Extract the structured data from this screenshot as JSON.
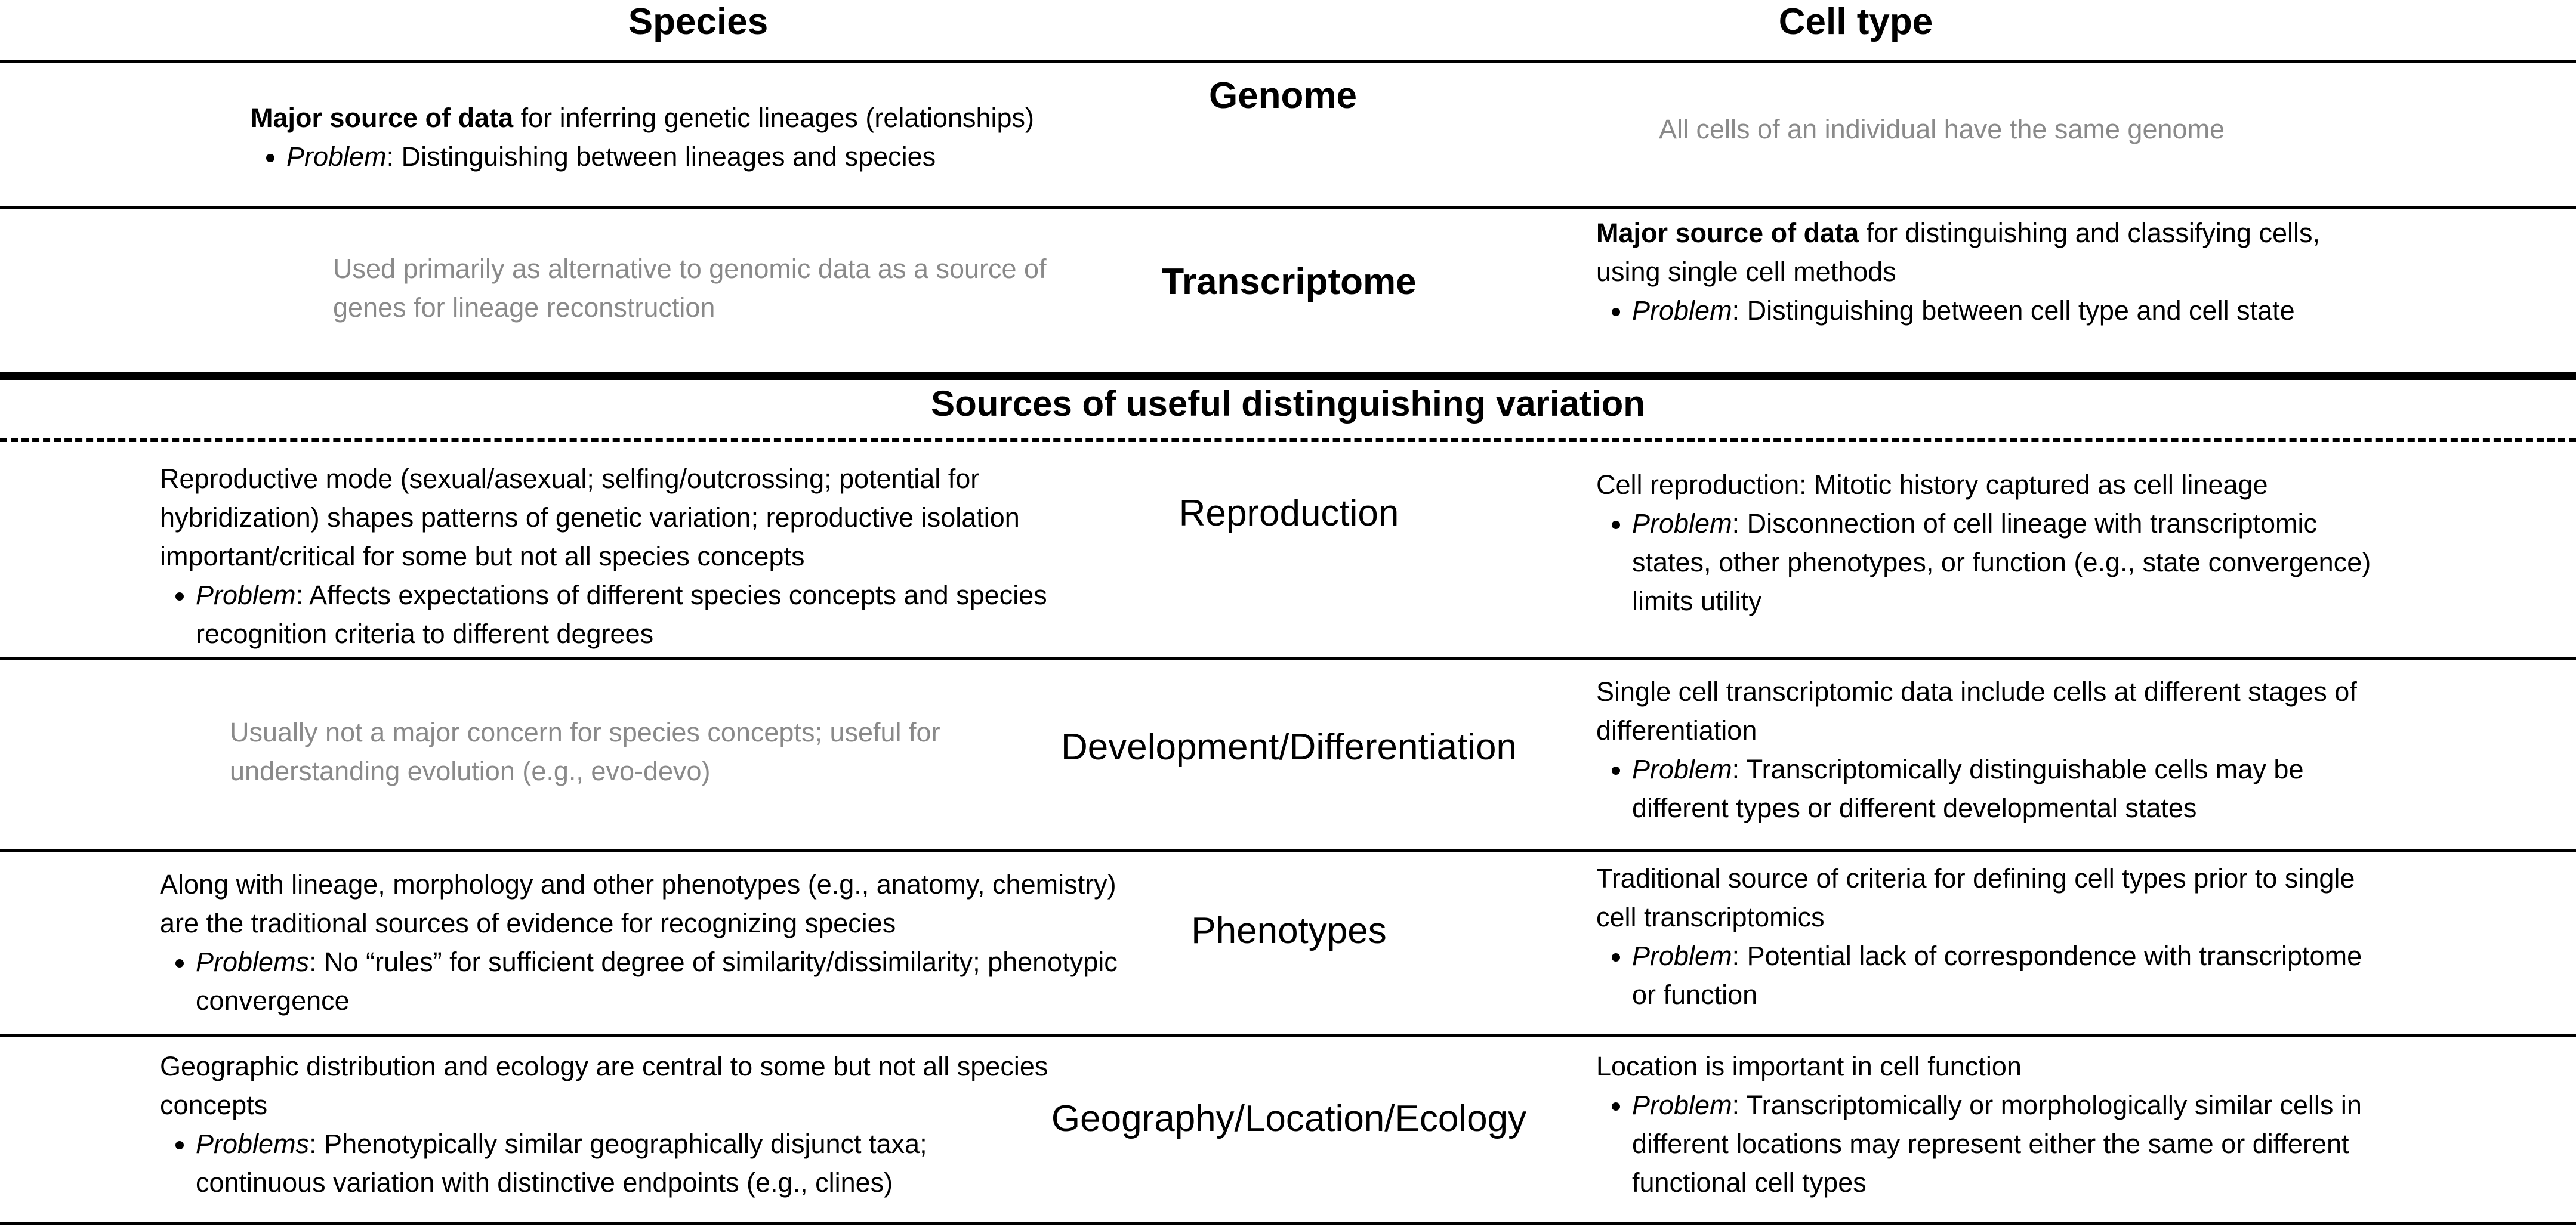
{
  "headers": {
    "species": "Species",
    "cell_type": "Cell type"
  },
  "rows": {
    "genome": {
      "label": "Genome",
      "species": {
        "main_bold": "Major source of data",
        "main_rest": " for inferring genetic lineages (relationships)",
        "bullet_em": "Problem",
        "bullet_rest": ": Distinguishing between lineages and species"
      },
      "cell": {
        "text": "All cells of an individual have the same genome"
      }
    },
    "transcriptome": {
      "label": "Transcriptome",
      "species": {
        "text": "Used primarily as alternative to genomic data as a source of genes for lineage reconstruction"
      },
      "cell": {
        "main_bold": "Major source of data",
        "main_rest": " for distinguishing and classifying cells, using single cell methods",
        "bullet_em": "Problem",
        "bullet_rest": ": Distinguishing between cell type and cell state"
      }
    },
    "band_title": "Sources of useful distinguishing variation",
    "reproduction": {
      "label": "Reproduction",
      "species": {
        "main": "Reproductive mode (sexual/asexual; selfing/outcrossing; potential for hybridization) shapes patterns of genetic variation; reproductive isolation important/critical for some but not all species concepts",
        "bullet_em": "Problem",
        "bullet_rest": ": Affects expectations of different species concepts and species recognition criteria to different degrees"
      },
      "cell": {
        "main": "Cell reproduction: Mitotic history captured as cell lineage",
        "bullet_em": "Problem",
        "bullet_rest": ": Disconnection of cell lineage with transcriptomic states, other phenotypes, or function (e.g., state convergence) limits utility"
      }
    },
    "development": {
      "label": "Development/Differentiation",
      "species": {
        "text": "Usually not a major concern for species concepts; useful for understanding evolution (e.g., evo-devo)"
      },
      "cell": {
        "main": "Single cell transcriptomic data include cells at different stages of differentiation",
        "bullet_em": "Problem",
        "bullet_rest": ": Transcriptomically distinguishable cells may be different types or different developmental states"
      }
    },
    "phenotypes": {
      "label": "Phenotypes",
      "species": {
        "main": "Along with lineage, morphology and other phenotypes (e.g., anatomy, chemistry) are the traditional sources of evidence for recognizing species",
        "bullet_em": "Problems",
        "bullet_rest": ": No “rules” for sufficient degree of similarity/dissimilarity; phenotypic convergence"
      },
      "cell": {
        "main": "Traditional source of criteria for defining cell types prior to single cell transcriptomics",
        "bullet_em": "Problem",
        "bullet_rest": ": Potential lack of correspondence with transcriptome or function"
      }
    },
    "geography": {
      "label": "Geography/Location/Ecology",
      "species": {
        "main": "Geographic distribution and ecology are central to some but not all species concepts",
        "bullet_em": "Problems",
        "bullet_rest": ": Phenotypically similar geographically disjunct taxa; continuous variation with distinctive endpoints (e.g., clines)"
      },
      "cell": {
        "main": "Location is important in cell function",
        "bullet_em": "Problem",
        "bullet_rest": ": Transcriptomically or morphologically similar cells in different locations may represent either the same or different functional cell types"
      }
    }
  }
}
